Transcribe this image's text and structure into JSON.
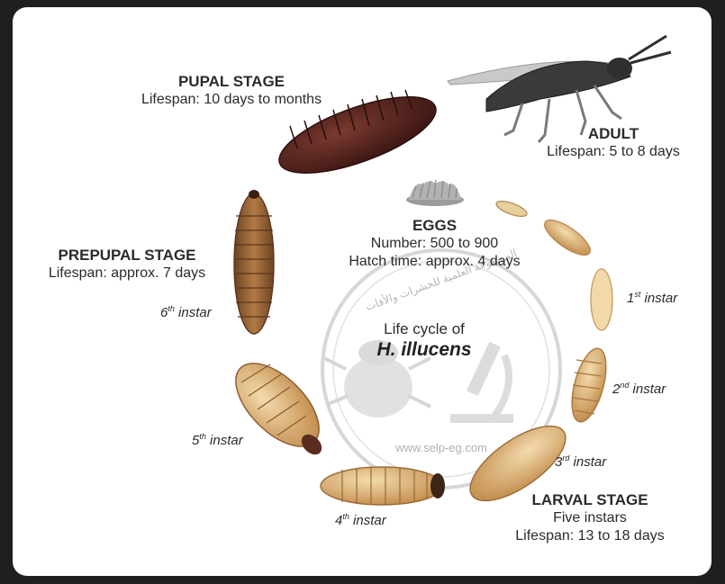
{
  "center": {
    "line1": "Life cycle of",
    "line2": "H. illucens"
  },
  "watermark": {
    "url": "www.selp-eg.com",
    "arabic": "الموسوعة العلمية للحشرات والأفات"
  },
  "stages": {
    "pupal": {
      "title": "PUPAL STAGE",
      "lifespan": "Lifespan: 10 days to months"
    },
    "adult": {
      "title": "ADULT",
      "lifespan": "Lifespan: 5 to 8 days"
    },
    "eggs": {
      "title": "EGGS",
      "number": "Number: 500 to 900",
      "hatch": "Hatch time: approx. 4 days"
    },
    "prepupal": {
      "title": "PREPUPAL STAGE",
      "lifespan": "Lifespan: approx. 7 days"
    },
    "larval": {
      "title": "LARVAL STAGE",
      "instars": "Five instars",
      "lifespan": "Lifespan: 13 to 18 days"
    }
  },
  "instars": [
    {
      "num": "1",
      "sup": "st",
      "word": "instar"
    },
    {
      "num": "2",
      "sup": "nd",
      "word": "instar"
    },
    {
      "num": "3",
      "sup": "rd",
      "word": "instar"
    },
    {
      "num": "4",
      "sup": "th",
      "word": "instar"
    },
    {
      "num": "5",
      "sup": "th",
      "word": "instar"
    },
    {
      "num": "6",
      "sup": "th",
      "word": "instar"
    }
  ],
  "colors": {
    "pupa": "#4a1f1a",
    "prepupa": "#8a5a30",
    "larva_light": "#e2c08a",
    "larva_mid": "#c8934f",
    "larva_dark": "#9a6a36",
    "fly": "#3a3a3a",
    "watermark": "#b8b8b8"
  }
}
